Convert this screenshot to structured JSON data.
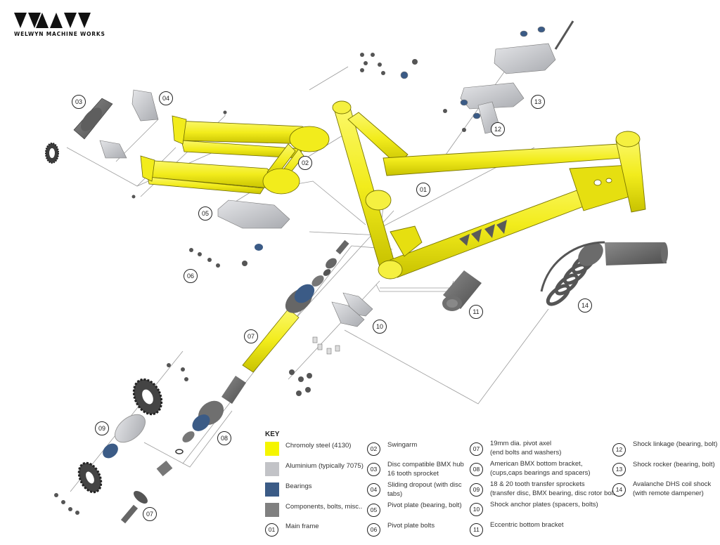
{
  "brand": {
    "name": "WELWYN MACHINE WORKS",
    "logo_icon": "triangle-logo-icon"
  },
  "colors": {
    "chromoly": "#f5f500",
    "aluminium": "#c2c3c7",
    "bearings": "#3b5b86",
    "components": "#808080",
    "frame_yellow": "#f2ec1c",
    "line": "#888888"
  },
  "callouts": [
    {
      "num": "01"
    },
    {
      "num": "02"
    },
    {
      "num": "03"
    },
    {
      "num": "04"
    },
    {
      "num": "05"
    },
    {
      "num": "06"
    },
    {
      "num": "07"
    },
    {
      "num": "07"
    },
    {
      "num": "08"
    },
    {
      "num": "09"
    },
    {
      "num": "10"
    },
    {
      "num": "11"
    },
    {
      "num": "12"
    },
    {
      "num": "13"
    },
    {
      "num": "14"
    }
  ],
  "key": {
    "title": "KEY",
    "materials": [
      {
        "label": "Chromoly steel (4130)",
        "color": "#f5f500"
      },
      {
        "label": "Aluminium (typically 7075)",
        "color": "#c2c3c7"
      },
      {
        "label": "Bearings",
        "color": "#3b5b86"
      },
      {
        "label": "Components, bolts, misc..",
        "color": "#808080"
      }
    ],
    "parts": [
      {
        "num": "01",
        "line1": "Main frame",
        "line2": ""
      },
      {
        "num": "02",
        "line1": "Swingarm",
        "line2": ""
      },
      {
        "num": "03",
        "line1": "Disc compatible BMX hub",
        "line2": "16 tooth sprocket"
      },
      {
        "num": "04",
        "line1": "Sliding dropout (with disc",
        "line2": "tabs)"
      },
      {
        "num": "05",
        "line1": "Pivot plate (bearing, bolt)",
        "line2": ""
      },
      {
        "num": "06",
        "line1": "Pivot plate bolts",
        "line2": ""
      },
      {
        "num": "07",
        "line1": "19mm dia. pivot axel",
        "line2": "(end bolts and washers)"
      },
      {
        "num": "08",
        "line1": "American BMX bottom bracket,",
        "line2": "(cups,caps bearings and spacers)"
      },
      {
        "num": "09",
        "line1": "18 & 20 tooth transfer sprockets",
        "line2": "(transfer disc, BMX bearing, disc rotor bolts)"
      },
      {
        "num": "10",
        "line1": "Shock anchor plates (spacers, bolts)",
        "line2": ""
      },
      {
        "num": "11",
        "line1": "Eccentric bottom bracket",
        "line2": ""
      },
      {
        "num": "12",
        "line1": "Shock linkage (bearing, bolt)",
        "line2": ""
      },
      {
        "num": "13",
        "line1": "Shock rocker (bearing, bolt)",
        "line2": ""
      },
      {
        "num": "14",
        "line1": "Avalanche DHS coil shock",
        "line2": "(with remote dampener)"
      }
    ]
  }
}
